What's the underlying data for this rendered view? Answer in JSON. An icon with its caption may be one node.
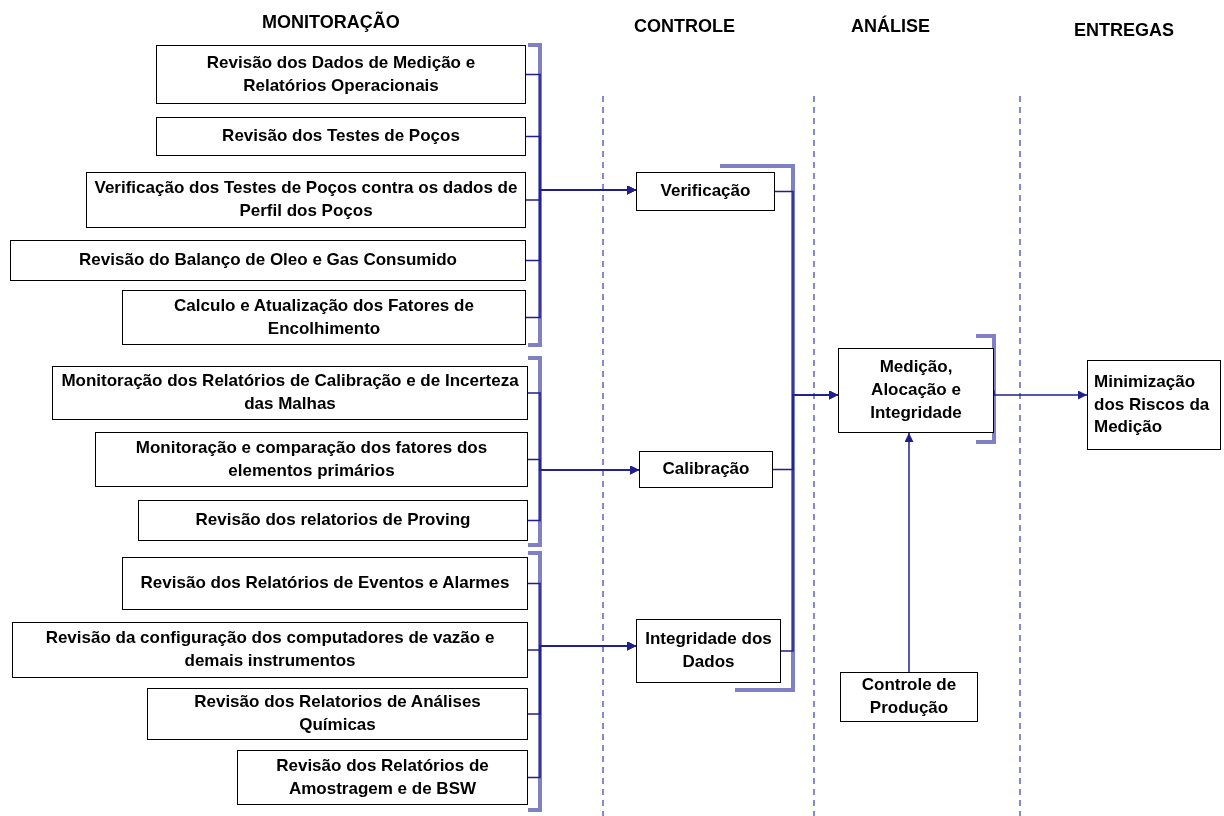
{
  "diagram": {
    "nodes": [
      {
        "text": [
          "Revisão dos Dados de Medição e Relatórios Operacionais"
        ]
      },
      {
        "text": [
          "Revisão dos Testes de Poços"
        ]
      },
      {
        "text": [
          "Verificação dos Testes de Poços contra os dados de Perfil dos Poços"
        ]
      },
      {
        "text": [
          "Revisão do Balanço de Oleo e Gas Consumido"
        ]
      },
      {
        "text": [
          "Calculo e Atualização dos Fatores de Encolhimento"
        ]
      },
      {
        "text": [
          "Monitoração dos Relatórios de Calibração e de Incerteza das Malhas"
        ]
      },
      {
        "text": [
          "Monitoração e comparação dos fatores dos elementos primários"
        ]
      },
      {
        "text": [
          "Revisão dos relatorios de Proving"
        ]
      },
      {
        "text": [
          "Revisão dos Relatórios de Eventos e Alarmes"
        ]
      },
      {
        "text": [
          "Revisão da configuração dos computadores de vazão e demais instrumentos"
        ]
      },
      {
        "text": [
          "Revisão dos Relatorios de Análises Químicas"
        ]
      },
      {
        "text": [
          "Revisão dos Relatórios de Amostragem e de BSW"
        ]
      },
      {
        "text": [
          "Verificação"
        ]
      },
      {
        "text": [
          "Calibração"
        ]
      },
      {
        "text": [
          "Integridade dos Dados"
        ]
      },
      {
        "text": [
          "Medição, Alocação e Integridade"
        ]
      },
      {
        "text": [
          "Controle de Produção"
        ]
      },
      {
        "text": [
          "Minimização dos Riscos da Medição"
        ]
      }
    ],
    "edges": [
      {
        "from": 0,
        "to": 12,
        "arrow": "to"
      },
      {
        "from": 1,
        "to": 12,
        "arrow": "to"
      },
      {
        "from": 2,
        "to": 12,
        "arrow": "to"
      },
      {
        "from": 3,
        "to": 12,
        "arrow": "to"
      },
      {
        "from": 4,
        "to": 12,
        "arrow": "to"
      },
      {
        "from": 5,
        "to": 13,
        "arrow": "to"
      },
      {
        "from": 6,
        "to": 13,
        "arrow": "to"
      },
      {
        "from": 7,
        "to": 13,
        "arrow": "to"
      },
      {
        "from": 8,
        "to": 14,
        "arrow": "to"
      },
      {
        "from": 9,
        "to": 14,
        "arrow": "to"
      },
      {
        "from": 10,
        "to": 14,
        "arrow": "to"
      },
      {
        "from": 11,
        "to": 14,
        "arrow": "to"
      },
      {
        "from": 12,
        "to": 15,
        "arrow": "to"
      },
      {
        "from": 13,
        "to": 15,
        "arrow": "to"
      },
      {
        "from": 14,
        "to": 15,
        "arrow": "to"
      },
      {
        "from": 16,
        "to": 15,
        "arrow": "to"
      },
      {
        "from": 15,
        "to": 17,
        "arrow": "to"
      }
    ],
    "labels": [
      "MONITORAÇÃO",
      "CONTROLE",
      "ANÁLISE",
      "ENTREGAS"
    ]
  }
}
